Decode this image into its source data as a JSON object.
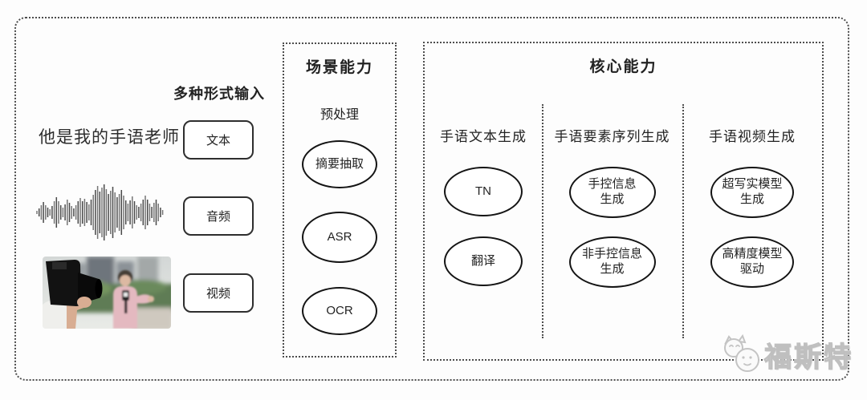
{
  "input_section": {
    "header": "多种形式输入",
    "sample_text": "他是我的手语老师",
    "waveform_icon": "audio-waveform",
    "video_thumbnail": "reporter-interview-photo",
    "items": [
      {
        "label": "文本"
      },
      {
        "label": "音频"
      },
      {
        "label": "视频"
      }
    ]
  },
  "scene_box": {
    "title": "场景能力",
    "subtitle": "预处理",
    "nodes": [
      "摘要抽取",
      "ASR",
      "OCR"
    ]
  },
  "core_box": {
    "title": "核心能力",
    "columns": [
      {
        "heading": "手语文本生成",
        "nodes": [
          "TN",
          "翻译"
        ]
      },
      {
        "heading": "手语要素序列生成",
        "nodes": [
          "手控信息\n生成",
          "非手控信息\n生成"
        ]
      },
      {
        "heading": "手语视频生成",
        "nodes": [
          "超写实模型\n生成",
          "高精度模型\n驱动"
        ]
      }
    ]
  },
  "watermark": {
    "text": "福斯特",
    "logo_icon": "mascot-faces-logo"
  },
  "colors": {
    "dotted_line": "#4d4d4d",
    "node_border": "#141414",
    "text": "#222222",
    "watermark": "#c9c9c9"
  }
}
